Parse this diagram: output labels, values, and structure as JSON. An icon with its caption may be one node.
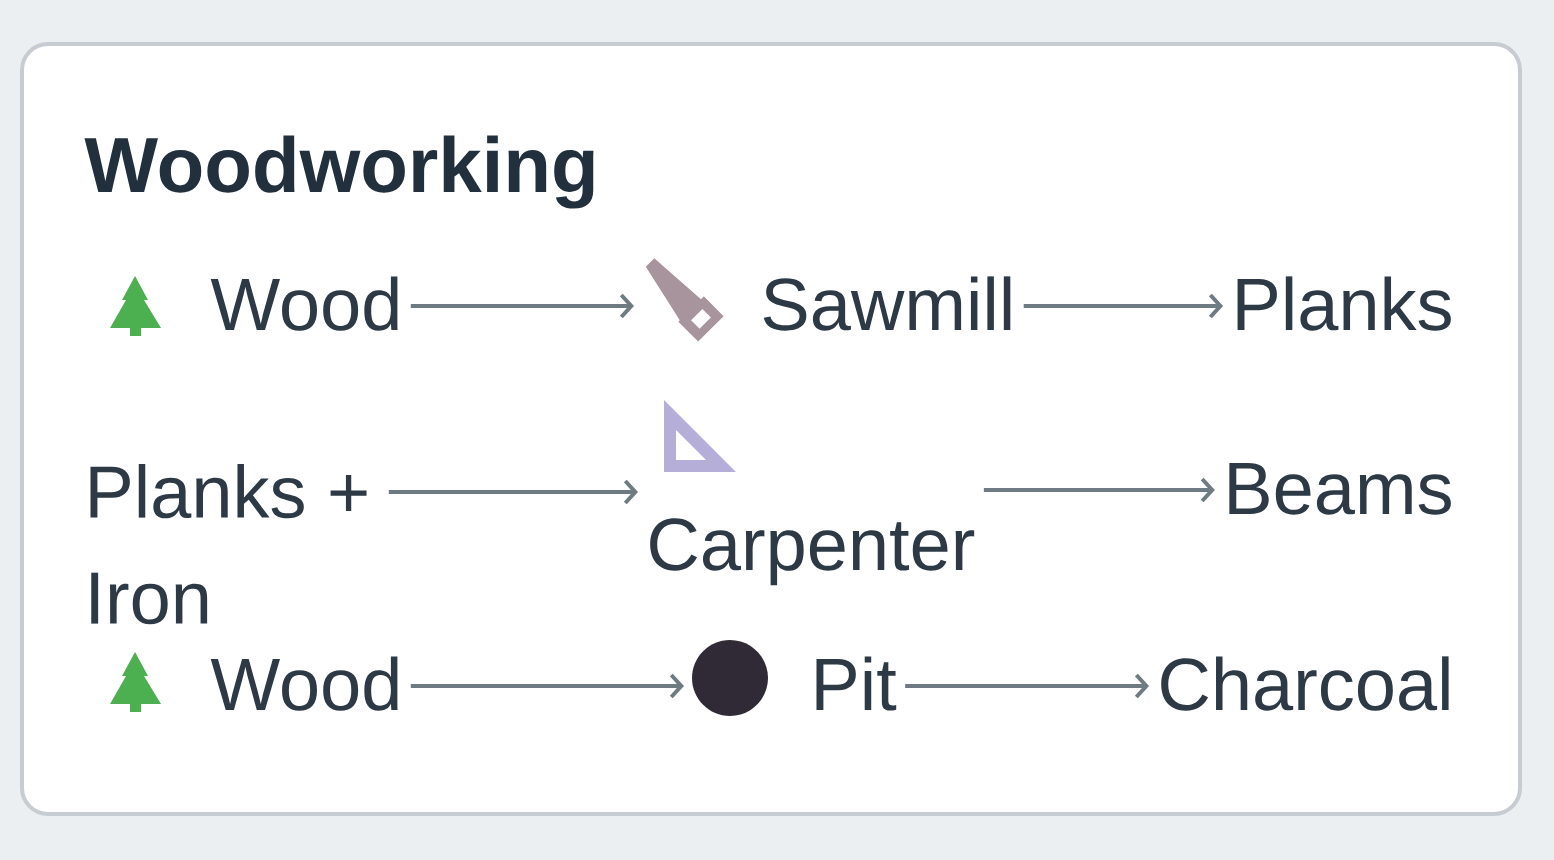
{
  "diagram": {
    "nodes": [
      {
        "text": [
          "Woodworking"
        ]
      },
      {
        "text": [
          "Wood"
        ],
        "in": 0
      },
      {
        "text": [
          "Sawmill"
        ],
        "in": 0
      },
      {
        "text": [
          "Planks"
        ],
        "in": 0
      },
      {
        "text": [
          "Planks + Iron"
        ],
        "in": 0
      },
      {
        "text": [
          "Carpenter"
        ],
        "in": 0
      },
      {
        "text": [
          "Beams"
        ],
        "in": 0
      },
      {
        "text": [
          "Wood"
        ],
        "in": 0
      },
      {
        "text": [
          "Pit"
        ],
        "in": 0
      },
      {
        "text": [
          "Charcoal"
        ],
        "in": 0
      }
    ],
    "edges": [
      {
        "from": 1,
        "to": 2,
        "arrow": "to"
      },
      {
        "from": 2,
        "to": 3,
        "arrow": "to"
      },
      {
        "from": 4,
        "to": 5,
        "arrow": "to"
      },
      {
        "from": 5,
        "to": 6,
        "arrow": "to"
      },
      {
        "from": 7,
        "to": 8,
        "arrow": "to"
      },
      {
        "from": 8,
        "to": 9,
        "arrow": "to"
      }
    ]
  }
}
